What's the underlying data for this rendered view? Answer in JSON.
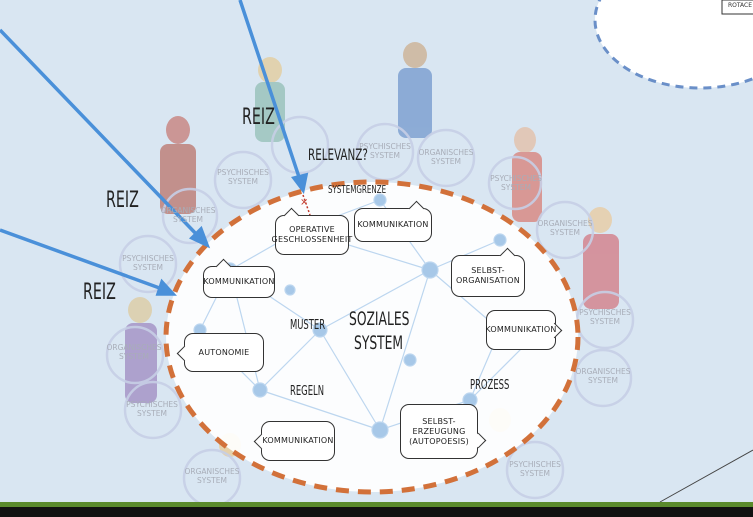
{
  "labels": {
    "reiz": "REIZ",
    "relevanz": "RELEVANZ?",
    "systemgrenze": "SYSTEMGRENZE",
    "muster": "MUSTER",
    "regeln": "REGELN",
    "prozess": "PROZESS",
    "soziales_system_line1": "SOZIALES",
    "soziales_system_line2": "SYSTEM"
  },
  "bubbles": {
    "operative": "OPERATIVE\nGESCHLOSSENHEIT",
    "kommunikation_top": "KOMMUNIKATION",
    "kommunikation_left": "KOMMUNIKATION",
    "selbstorganisation": "SELBST-\nORGANISATION",
    "kommunikation_right": "KOMMUNIKATION",
    "autonomie": "AUTONOMIE",
    "kommunikation_bottom": "KOMMUNIKATION",
    "selbsterzeugung": "SELBST-\nERZEUGUNG\n(AUTOPOESIS)"
  },
  "background_labels": {
    "psychisches_system": "PSYCHISCHES\nSYSTEM",
    "organisches_system": "ORGANISCHES\nSYSTEM",
    "corner_text": "ROTACE"
  },
  "colors": {
    "background": "#d9e6f2",
    "boundary": "#d2713a",
    "arrow": "#4a90d9",
    "network": "#9ec3e6",
    "ghost": "#bcc8e0"
  }
}
